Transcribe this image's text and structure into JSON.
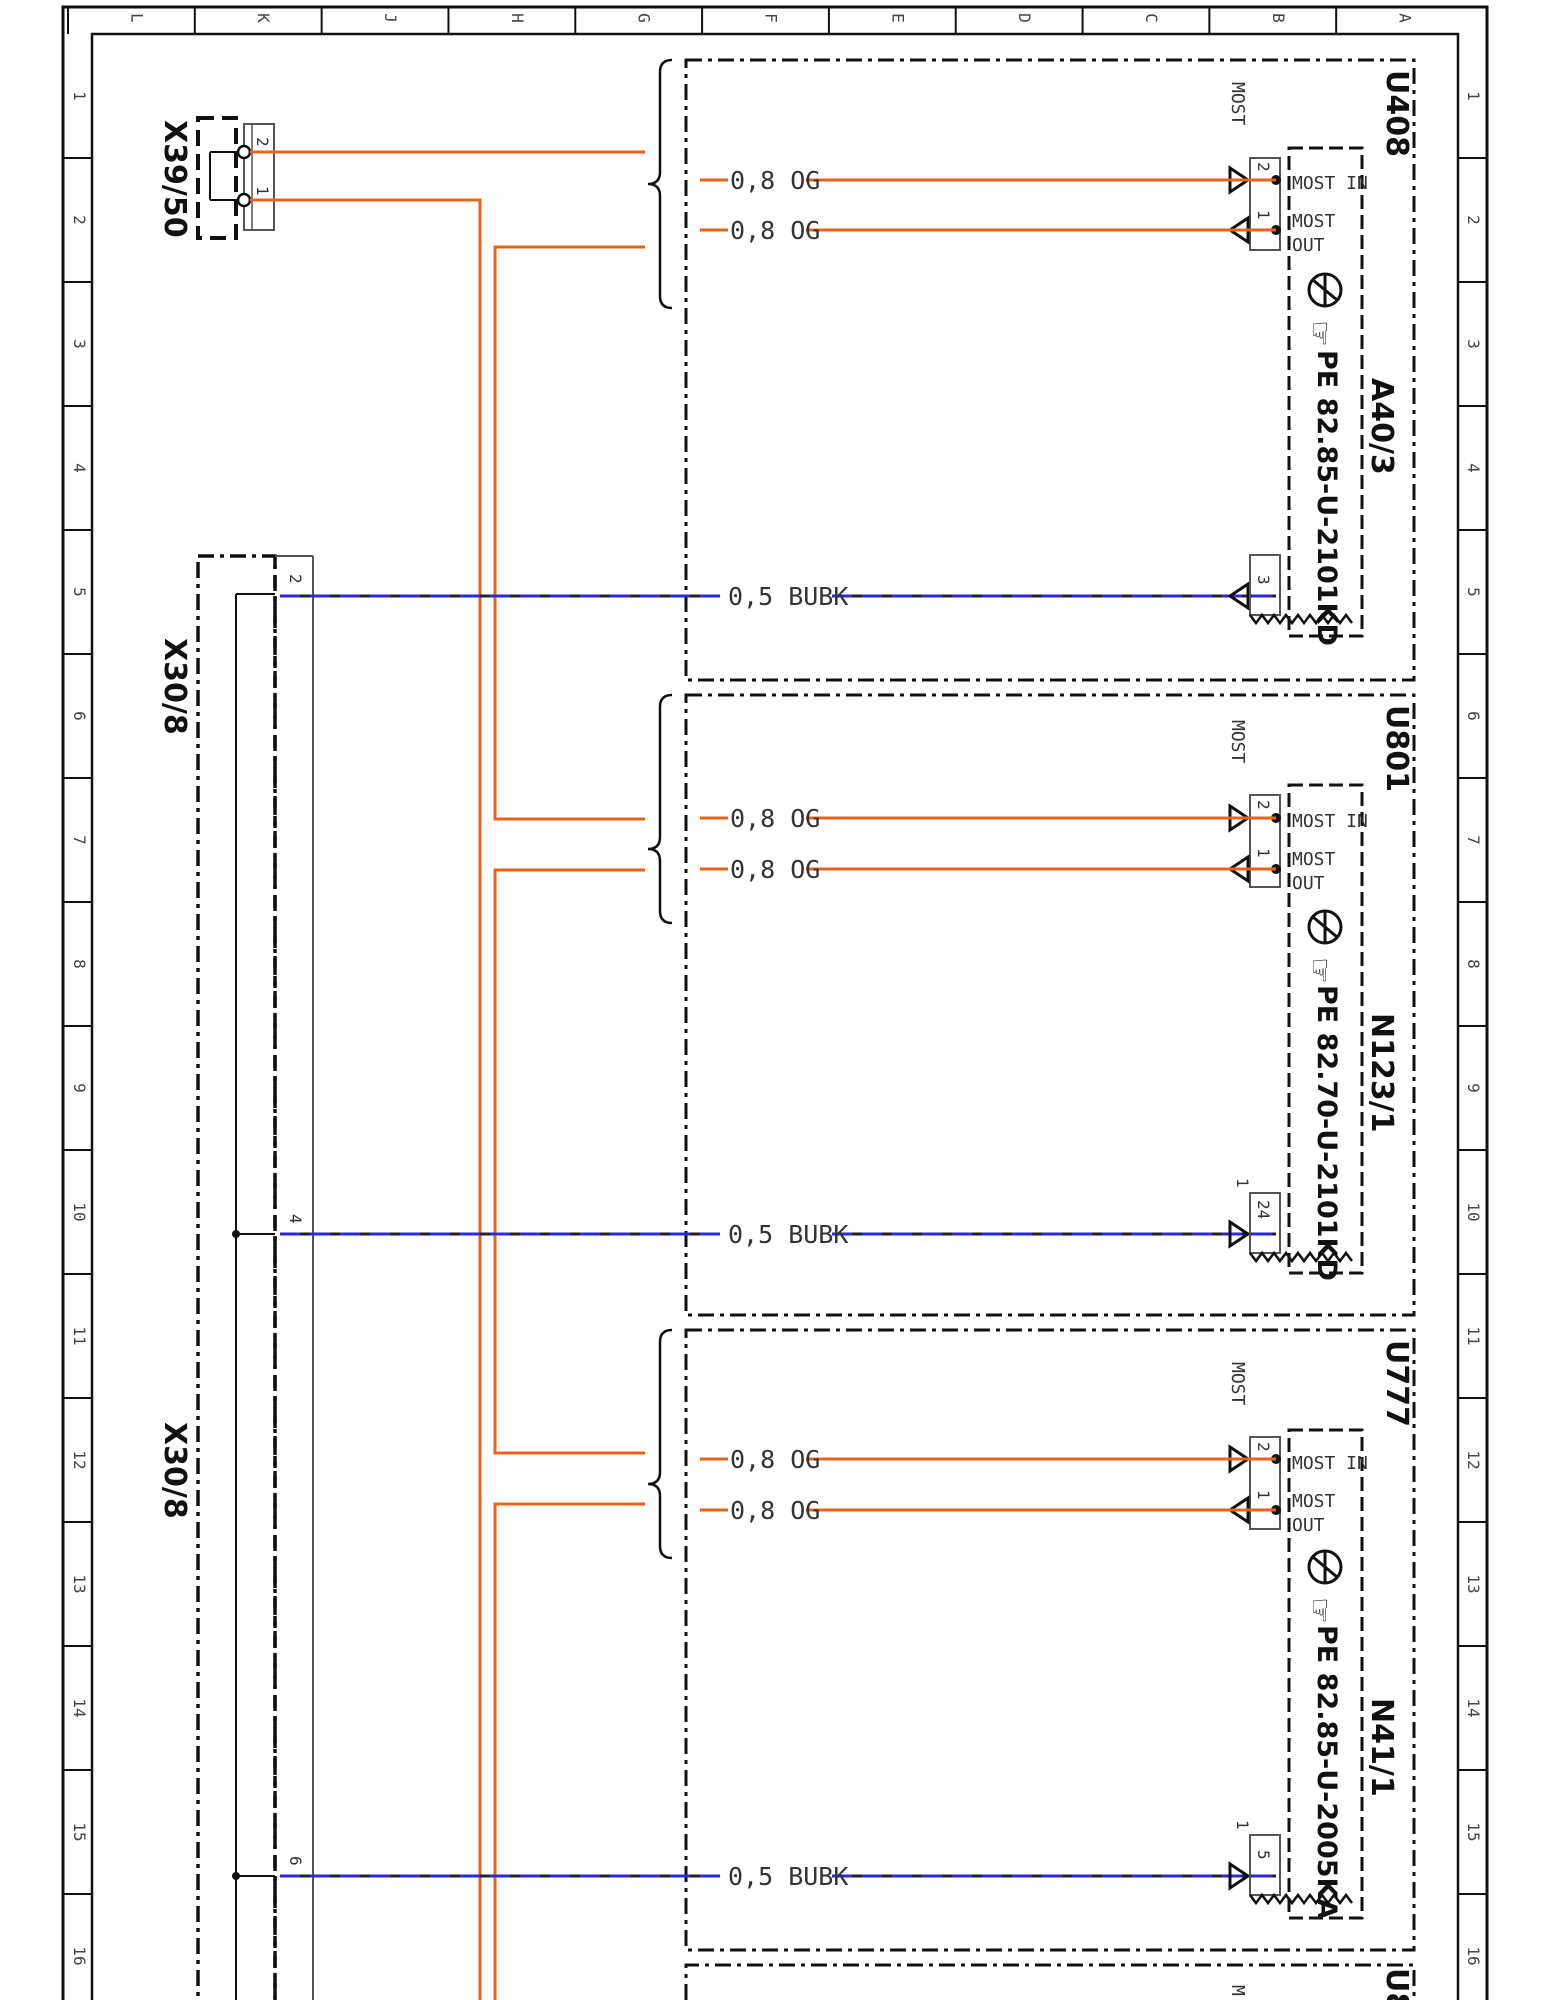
{
  "colors": {
    "og_wire": "#e8641a",
    "bubk_wire_stripe": "#2a2ae0",
    "bubk_wire_base": "#222222",
    "frame": "#111111"
  },
  "border": {
    "columns": [
      "A",
      "B",
      "C",
      "D",
      "E",
      "F",
      "G",
      "H",
      "J",
      "K",
      "L"
    ],
    "rows": [
      "1",
      "2",
      "3",
      "4",
      "5",
      "6",
      "7",
      "8",
      "9",
      "10",
      "11",
      "12",
      "13",
      "14",
      "15",
      "16"
    ]
  },
  "connectors": {
    "x39_50": {
      "name": "X39/50",
      "pins": [
        "2",
        "1"
      ]
    },
    "x30_8_top": {
      "name": "X30/8",
      "pins": [
        "2"
      ]
    },
    "x30_8_bottom": {
      "name": "X30/8",
      "pins": [
        "4",
        "6"
      ]
    }
  },
  "modules": [
    {
      "group": "U408",
      "component": "A40/3",
      "code": "PE 82.85-U-2101KD",
      "bus_label": "MOST",
      "most_in": "MOST IN",
      "most_out_1": "MOST",
      "most_out_2": "OUT",
      "pin_in": "2",
      "pin_out": "1",
      "wire_in": "0,8 OG",
      "wire_out": "0,8 OG",
      "ground_pin": "3",
      "ground_pin_prefix": "",
      "ground_wire": "0,5 BUBK"
    },
    {
      "group": "U801",
      "component": "N123/1",
      "code": "PE 82.70-U-2101KD",
      "bus_label": "MOST",
      "most_in": "MOST IN",
      "most_out_1": "MOST",
      "most_out_2": "OUT",
      "pin_in": "2",
      "pin_out": "1",
      "wire_in": "0,8 OG",
      "wire_out": "0,8 OG",
      "ground_pin": "24",
      "ground_pin_prefix": "1",
      "ground_wire": "0,5 BUBK"
    },
    {
      "group": "U777",
      "component": "N41/1",
      "code": "PE 82.85-U-2005KA",
      "bus_label": "MOST",
      "most_in": "MOST IN",
      "most_out_1": "MOST",
      "most_out_2": "OUT",
      "pin_in": "2",
      "pin_out": "1",
      "wire_in": "0,8 OG",
      "wire_out": "0,8 OG",
      "ground_pin": "5",
      "ground_pin_prefix": "1",
      "ground_wire": "0,5 BUBK"
    }
  ],
  "partial_bottom": {
    "group": "U8",
    "bus_label": "M"
  }
}
